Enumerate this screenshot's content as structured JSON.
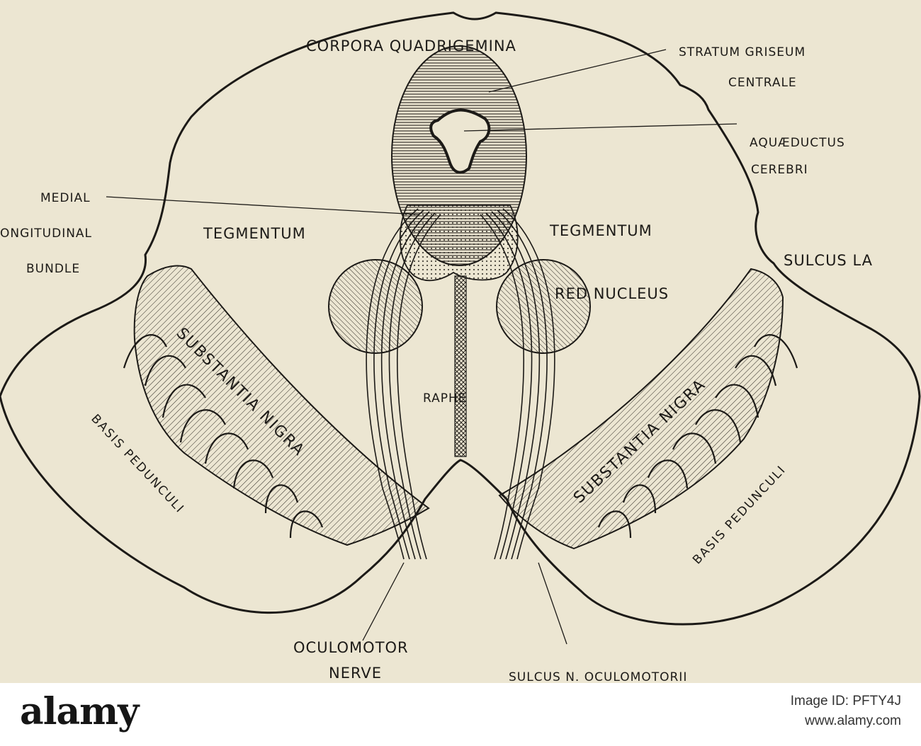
{
  "labels": {
    "corpora": "CORPORA QUADRIGEMINA",
    "stratum_1": "STRATUM GRISEUM",
    "stratum_2": "CENTRALE",
    "aquaeductus_1": "AQUÆDUCTUS",
    "aquaeductus_2": "CEREBRI",
    "medial_1": "MEDIAL",
    "medial_2": "ONGITUDINAL",
    "medial_3": "BUNDLE",
    "tegmentum_left": "TEGMENTUM",
    "tegmentum_right": "TEGMENTUM",
    "sulcus_lat": "SULCUS LA",
    "red_nucleus": "RED NUCLEUS",
    "raphe": "RAPHE",
    "substantia_left": "SUBSTANTIA NIGRA",
    "substantia_right": "SUBSTANTIA NIGRA",
    "basis_left": "BASIS PEDUNCULI",
    "basis_right": "BASIS PEDUNCULI",
    "oculomotor_1": "OCULOMOTOR",
    "oculomotor_2": "NERVE",
    "sulcus_n": "SULCUS N. OCULOMOTORII"
  },
  "footer": {
    "logo": "alamy",
    "image_id": "Image ID: PFTY4J",
    "site": "www.alamy.com"
  },
  "colors": {
    "background": "#ece6d2",
    "ink": "#1c1a17"
  }
}
